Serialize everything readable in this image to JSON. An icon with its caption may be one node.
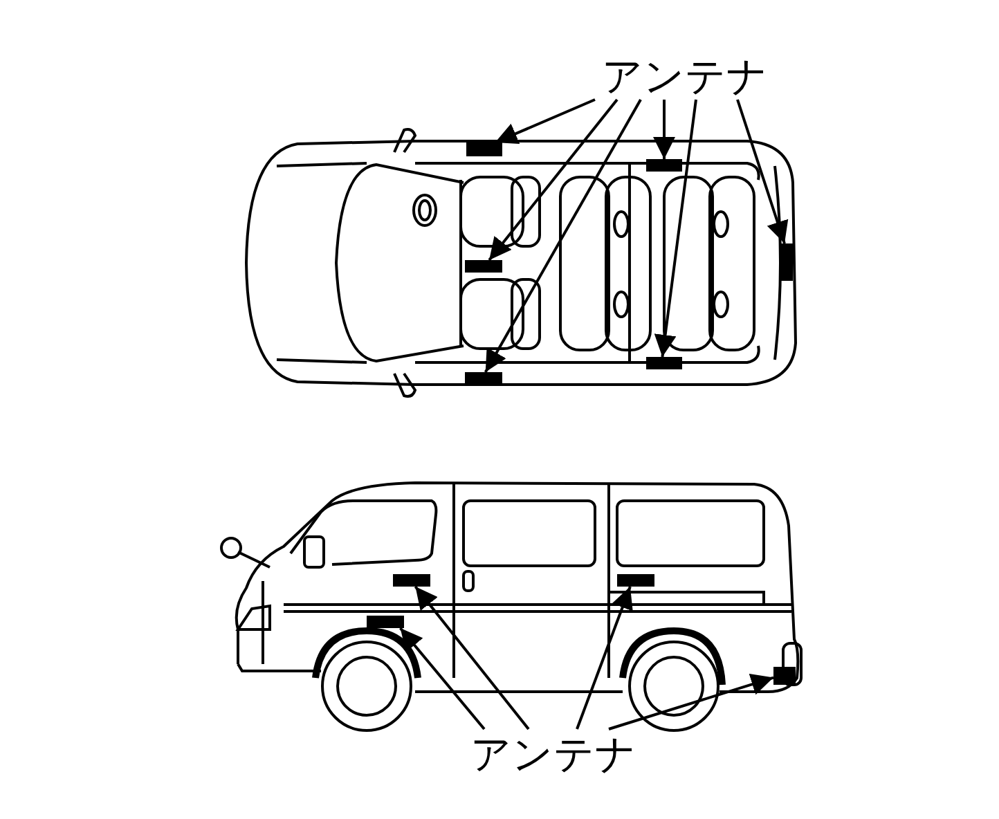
{
  "diagram": {
    "nodes": [
      {
        "text": [
          "アンテナ"
        ]
      },
      {
        "text": [],
        "shape": "bar"
      },
      {
        "text": [],
        "shape": "bar"
      },
      {
        "text": [],
        "shape": "bar"
      },
      {
        "text": [],
        "shape": "bar"
      },
      {
        "text": [],
        "shape": "bar"
      },
      {
        "text": [],
        "shape": "bar"
      },
      {
        "text": [],
        "shape": "bar"
      },
      {
        "text": [],
        "shape": "bar"
      },
      {
        "text": [],
        "shape": "bar"
      },
      {
        "text": [],
        "shape": "bar"
      },
      {
        "text": [
          "アンテナ"
        ]
      }
    ],
    "edges": [
      {
        "from": 0,
        "to": 1,
        "arrow": "to"
      },
      {
        "from": 0,
        "to": 2,
        "arrow": "to"
      },
      {
        "from": 0,
        "to": 3,
        "arrow": "to"
      },
      {
        "from": 0,
        "to": 4,
        "arrow": "to"
      },
      {
        "from": 0,
        "to": 5,
        "arrow": "to"
      },
      {
        "from": 0,
        "to": 6,
        "arrow": "to"
      },
      {
        "from": 11,
        "to": 7,
        "arrow": "to"
      },
      {
        "from": 11,
        "to": 8,
        "arrow": "to"
      },
      {
        "from": 11,
        "to": 9,
        "arrow": "to"
      },
      {
        "from": 11,
        "to": 10,
        "arrow": "to"
      }
    ]
  }
}
